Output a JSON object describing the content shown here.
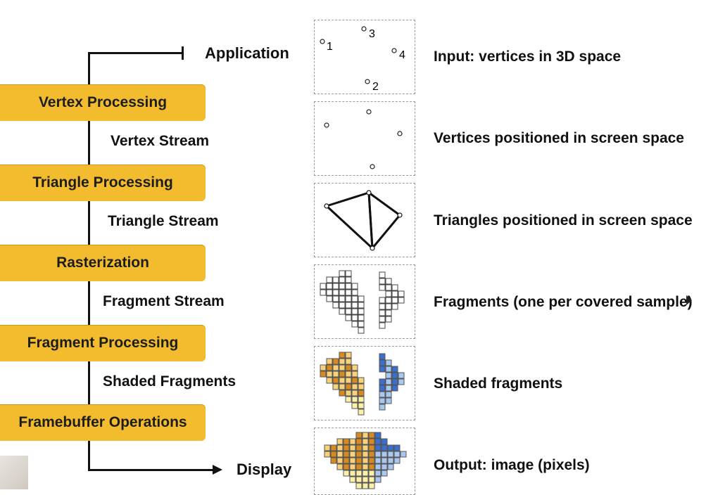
{
  "pipeline": {
    "source": "Application",
    "sink": "Display",
    "stages": [
      {
        "label": "Vertex Processing"
      },
      {
        "label": "Triangle Processing"
      },
      {
        "label": "Rasterization"
      },
      {
        "label": "Fragment Processing"
      },
      {
        "label": "Framebuffer Operations"
      }
    ],
    "streams": [
      {
        "label": "Vertex Stream"
      },
      {
        "label": "Triangle Stream"
      },
      {
        "label": "Fragment Stream"
      },
      {
        "label": "Shaded Fragments"
      }
    ]
  },
  "panels": [
    {
      "caption": "Input: vertices in 3D space",
      "vertex_labels": [
        "1",
        "3",
        "4",
        "2"
      ]
    },
    {
      "caption": "Vertices positioned in screen space"
    },
    {
      "caption": "Triangles positioned in screen space"
    },
    {
      "caption": "Fragments (one per covered sample)"
    },
    {
      "caption": "Shaded fragments"
    },
    {
      "caption": "Output: image (pixels)"
    }
  ],
  "colors": {
    "stage_fill": "#f2bc2e",
    "orange_light": "#f7d27a",
    "orange_dark": "#d98a1e",
    "blue_light": "#a9c8ef",
    "blue_dark": "#3a6fd0",
    "yellow_pale": "#fbf0a8"
  }
}
